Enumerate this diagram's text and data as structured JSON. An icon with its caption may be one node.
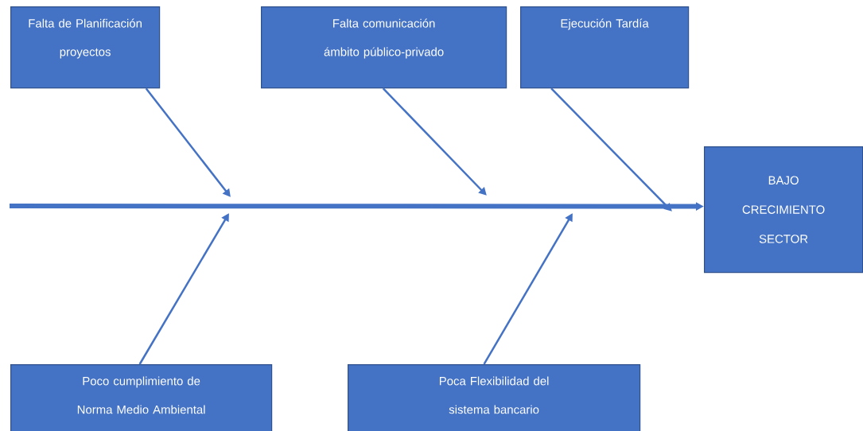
{
  "diagram": {
    "nodes": [
      {
        "text": [
          "Falta de Planificación proyectos"
        ]
      },
      {
        "text": [
          "Falta comunicación ámbito público-privado"
        ]
      },
      {
        "text": [
          "Ejecución Tardía"
        ]
      },
      {
        "text": [
          "Poco cumplimiento de Norma Medio Ambiental"
        ]
      },
      {
        "text": [
          "Poca Flexibilidad del sistema bancario"
        ]
      },
      {
        "text": [
          "BAJO CRECIMIENTO SECTOR"
        ]
      }
    ],
    "edges": [
      {
        "from": 0,
        "to": null,
        "arrow": "to"
      },
      {
        "from": 1,
        "to": null,
        "arrow": "to"
      },
      {
        "from": 2,
        "to": null,
        "arrow": "to"
      },
      {
        "from": 3,
        "to": null,
        "arrow": "to"
      },
      {
        "from": 4,
        "to": null,
        "arrow": "to"
      },
      {
        "from": null,
        "to": 5,
        "arrow": "to",
        "style": "thick"
      }
    ]
  }
}
